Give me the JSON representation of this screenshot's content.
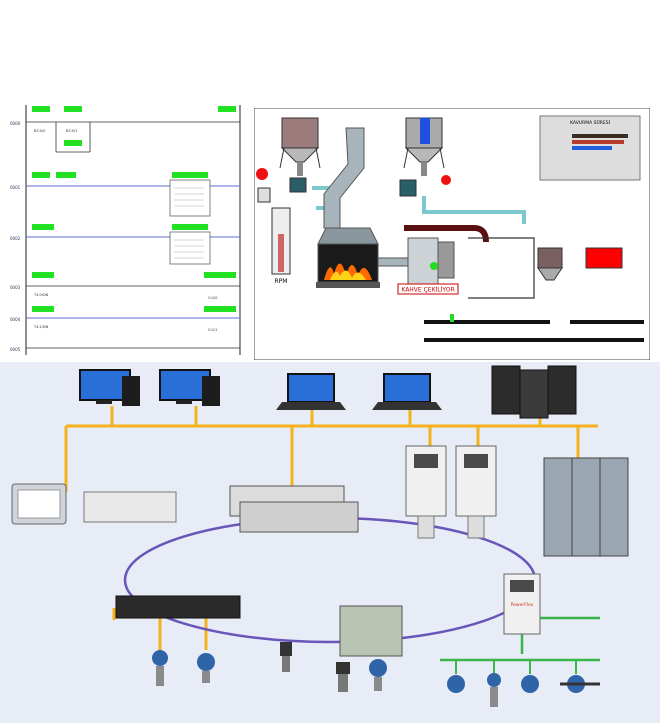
{
  "ladder": {
    "rung_labels": [
      "0000",
      "0001",
      "0002",
      "0003",
      "0004",
      "0005"
    ],
    "tags": [
      "B3:0/0",
      "B3:0/1",
      "T4:0/DN",
      "T4:1/DN",
      "O:2/0",
      "O:2/1"
    ]
  },
  "process": {
    "kahve_label": "KAHVE ÇEKİLİYOR",
    "rpm_label": "RPM",
    "chart_title": "KAVURMA SÜRESİ"
  },
  "network": {
    "drive_label": "PowerFlex"
  },
  "colors": {
    "bus": "#f5b21c",
    "ring": "#6a55b8",
    "field_bus": "#39b54a",
    "ladder_green": "#22e022",
    "fire": "#ff6a00"
  }
}
